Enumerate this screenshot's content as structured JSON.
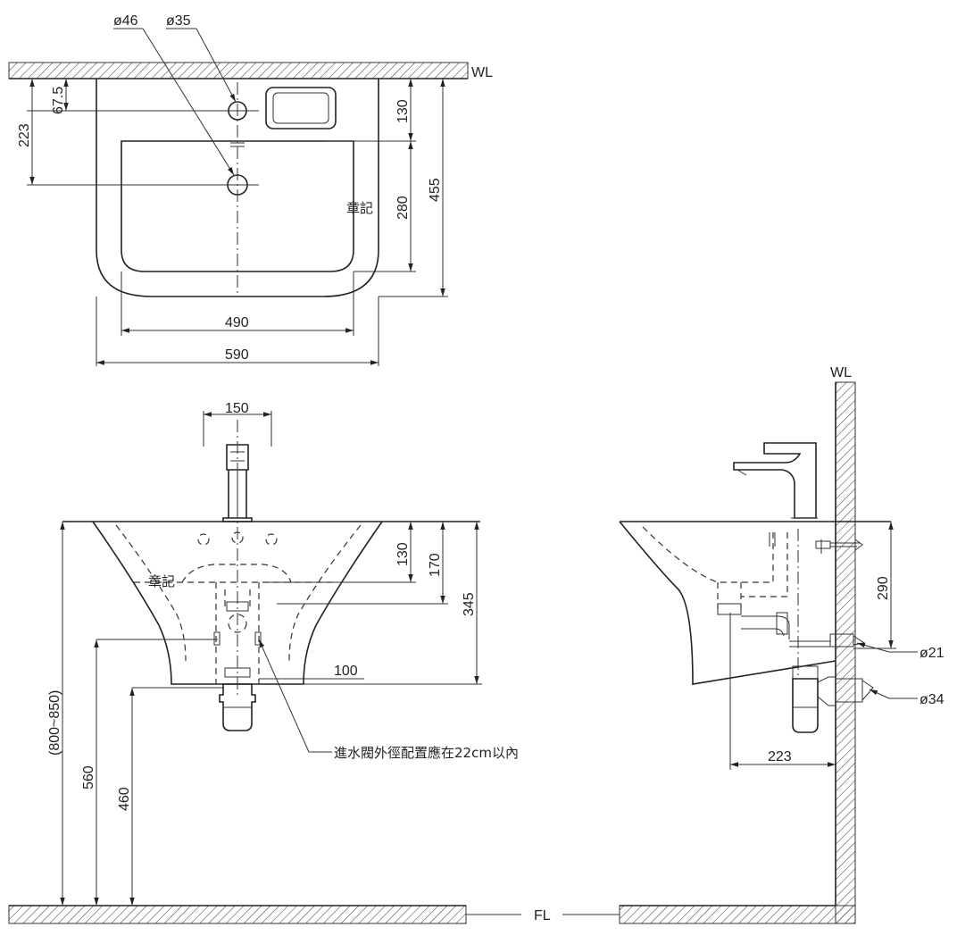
{
  "reference_lines": {
    "wall": "WL",
    "floor": "FL"
  },
  "top_view": {
    "hole_labels": {
      "large": "ø46",
      "small": "ø35"
    },
    "dims": {
      "hole_offset": "67.5",
      "hole_center": "223",
      "inner_depth_upper": "130",
      "inner_depth": "280",
      "overall_depth": "455",
      "inner_width": "490",
      "overall_width": "590"
    },
    "brand_mark": "章記"
  },
  "front_view": {
    "dims": {
      "tap_spacing": "150",
      "rim_to_hole": "130",
      "rim_depth": "170",
      "bowl_height": "345",
      "valve_spacing": "100",
      "rim_height": "(800~850)",
      "drain_height": "560",
      "base_height": "460"
    },
    "note": "進水閥外徑配置應在22cm以內",
    "brand_mark": "章記"
  },
  "side_view": {
    "dims": {
      "supply_height": "290",
      "projection": "223"
    },
    "labels": {
      "supply_dia": "ø21",
      "drain_dia": "ø34"
    }
  }
}
